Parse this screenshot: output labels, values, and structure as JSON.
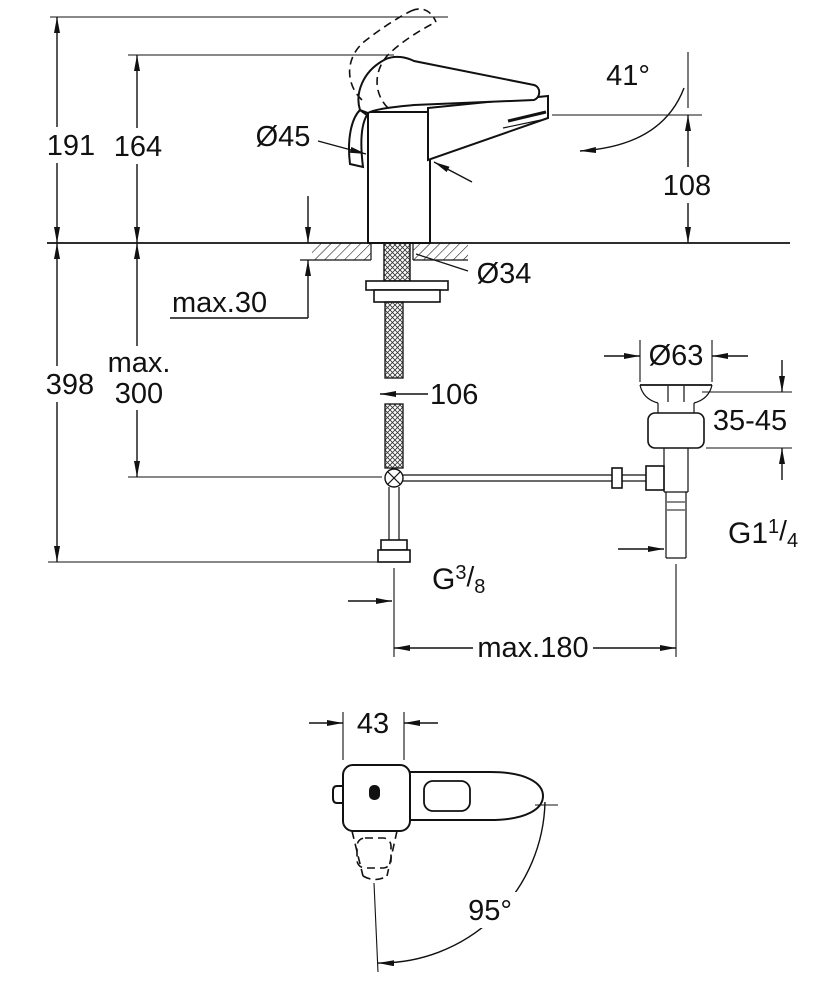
{
  "page": {
    "background": "#ffffff",
    "line_color": "#111111"
  },
  "labels": {
    "h191": "191",
    "h164": "164",
    "d45": "Ø45",
    "angle_spout": "41°",
    "h108": "108",
    "d34": "Ø34",
    "max30": "max.30",
    "h398": "398",
    "max300_line1": "max.",
    "max300_line2": "300",
    "w106": "106",
    "d63": "Ø63",
    "range_3545": "35-45",
    "g114": {
      "base": "G1",
      "sup": "1",
      "slash": "/",
      "sub": "4"
    },
    "g38": {
      "base": "G",
      "sup": "3",
      "slash": "/",
      "sub": "8"
    },
    "max180": "max.180",
    "w43": "43",
    "angle_swivel": "95°"
  }
}
